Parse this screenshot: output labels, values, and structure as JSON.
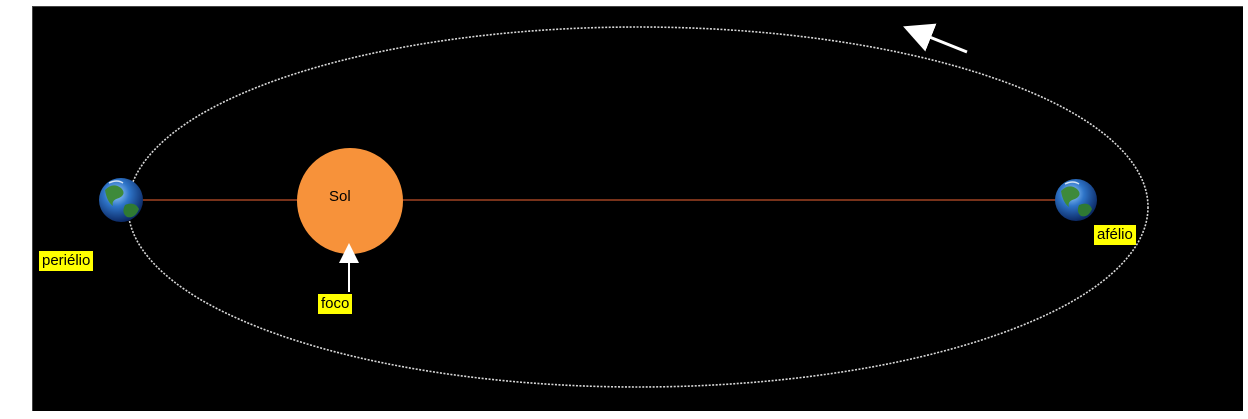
{
  "diagram": {
    "labels": {
      "sun": "Sol",
      "focus": "foco",
      "perihelion": "periélio",
      "aphelion": "afélio"
    },
    "colors": {
      "background": "#000000",
      "orbit": "#d8d8d8",
      "axis": "#c0502a",
      "sun": "#f7923a",
      "label_highlight": "#ffff00",
      "arrow": "#ffffff"
    },
    "icons": {
      "perihelion_planet": "earth-globe-icon",
      "aphelion_planet": "earth-globe-icon",
      "sun": "sun-disc",
      "focus_pointer": "arrow-up-icon",
      "motion_direction": "arrow-left-icon"
    }
  }
}
